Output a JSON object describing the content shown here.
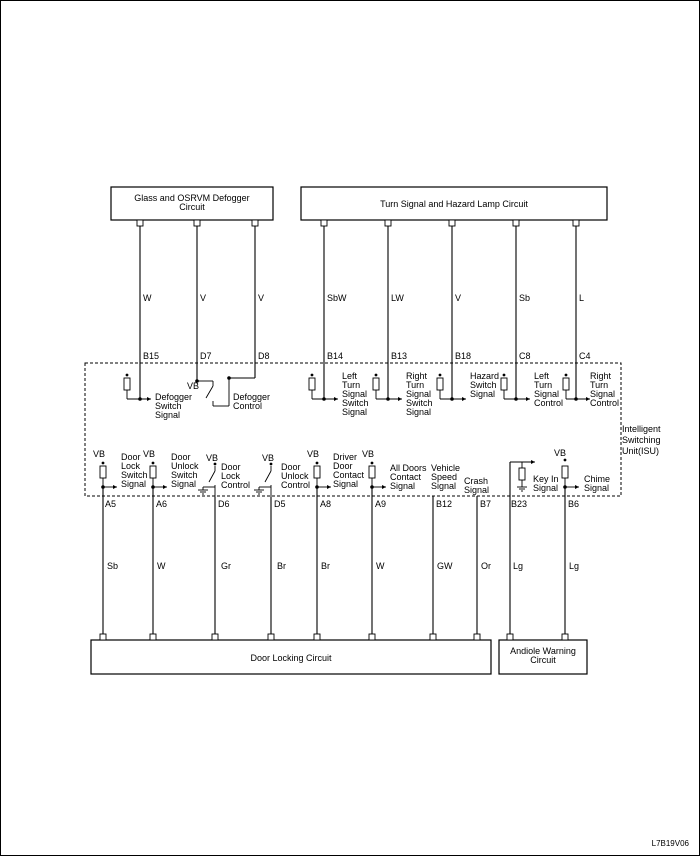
{
  "boxes": {
    "defogger": "Glass and OSRVM Defogger\nCircuit",
    "turn": "Turn Signal and Hazard Lamp Circuit",
    "door_locking": "Door Locking Circuit",
    "antidote": "Andiole Warning\nCircuit",
    "isu": "Intelligent\nSwitching\nUnit(ISU)"
  },
  "vb": "VB",
  "upper_wires": [
    {
      "id": "b15",
      "color": "W",
      "pin": "B15"
    },
    {
      "id": "d7",
      "color": "V",
      "pin": "D7"
    },
    {
      "id": "d8",
      "color": "V",
      "pin": "D8"
    },
    {
      "id": "b14",
      "color": "SbW",
      "pin": "B14"
    },
    {
      "id": "b13",
      "color": "LW",
      "pin": "B13"
    },
    {
      "id": "b18",
      "color": "V",
      "pin": "B18"
    },
    {
      "id": "c8",
      "color": "Sb",
      "pin": "C8"
    },
    {
      "id": "c4",
      "color": "L",
      "pin": "C4"
    }
  ],
  "upper_signals": {
    "defogger_switch": "Defogger\nSwitch\nSignal",
    "defogger_control": "Defogger\nControl",
    "left_turn_switch": "Left\nTurn\nSignal\nSwitch\nSignal",
    "right_turn_switch": "Right\nTurn\nSignal\nSwitch\nSignal",
    "hazard_switch": "Hazard\nSwitch\nSignal",
    "left_turn_control": "Left\nTurn\nSignal\nControl",
    "right_turn_control": "Right\nTurn\nSignal\nControl"
  },
  "lower_wires": [
    {
      "id": "a5",
      "color": "Sb",
      "pin": "A5"
    },
    {
      "id": "a6",
      "color": "W",
      "pin": "A6"
    },
    {
      "id": "d6",
      "color": "Gr",
      "pin": "D6"
    },
    {
      "id": "d5",
      "color": "Br",
      "pin": "D5"
    },
    {
      "id": "a8",
      "color": "Br",
      "pin": "A8"
    },
    {
      "id": "a9",
      "color": "W",
      "pin": "A9"
    },
    {
      "id": "b12",
      "color": "GW",
      "pin": "B12"
    },
    {
      "id": "b7",
      "color": "Or",
      "pin": "B7"
    },
    {
      "id": "b23",
      "color": "Lg",
      "pin": "B23"
    },
    {
      "id": "b6",
      "color": "Lg",
      "pin": "B6"
    }
  ],
  "lower_signals": {
    "door_lock_switch": "Door\nLock\nSwitch\nSignal",
    "door_unlock_switch": "Door\nUnlock\nSwitch\nSignal",
    "door_lock_control": "Door\nLock\nControl",
    "door_unlock_control": "Door\nUnlock\nControl",
    "driver_door_contact": "Driver\nDoor\nContact\nSignal",
    "all_doors_contact": "All Doors\nContact\nSignal",
    "vehicle_speed": "Vehicle\nSpeed\nSignal",
    "crash": "Crash\nSignal",
    "key_in": "Key In\nSignal",
    "chime": "Chime\nSignal"
  },
  "figure_id": "L7B19V06"
}
